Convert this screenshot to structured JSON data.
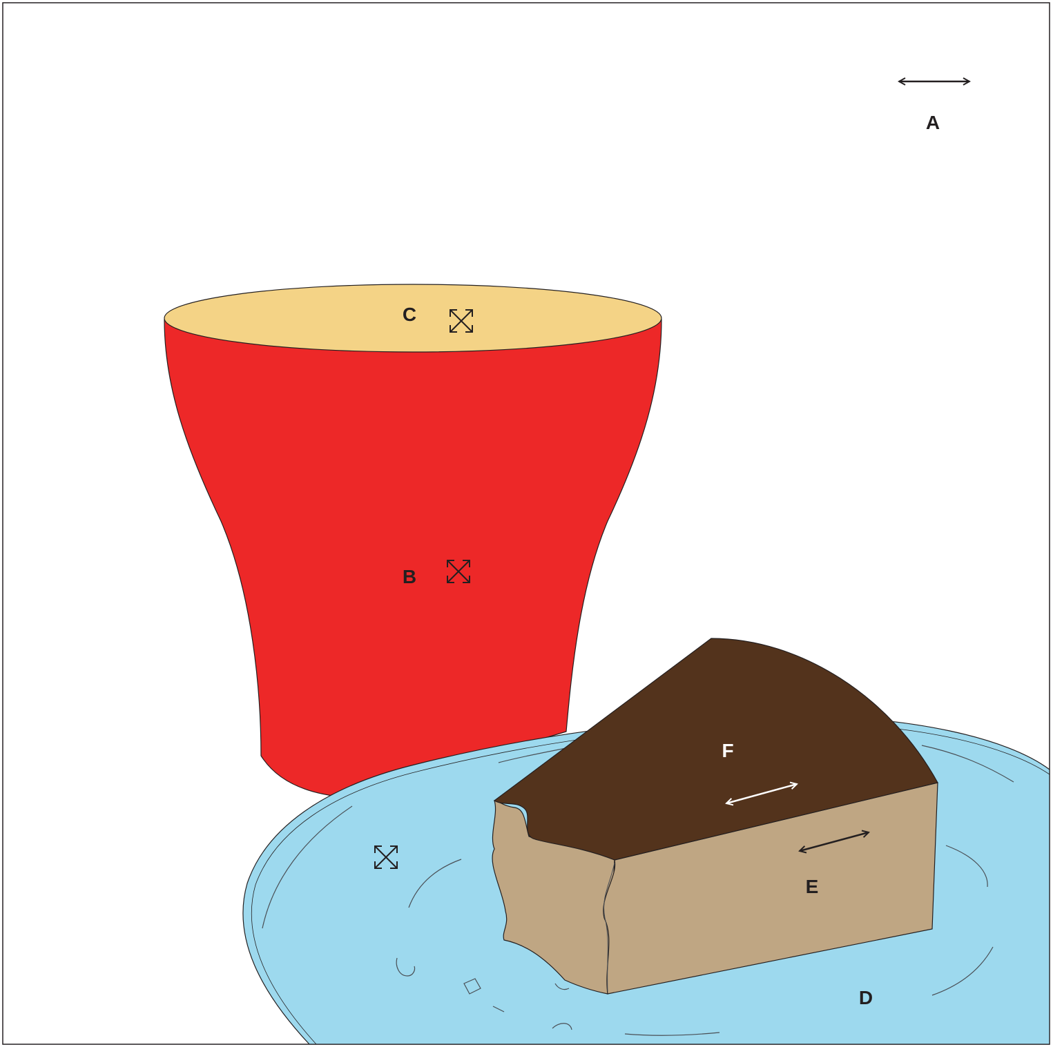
{
  "labels": {
    "a": "A",
    "b": "B",
    "c": "C",
    "d": "D",
    "e": "E",
    "f": "F"
  },
  "colors": {
    "cup_body": "#ED2828",
    "cup_opening": "#F4D386",
    "plate": "#9DD9EE",
    "cake_side": "#BFA683",
    "cake_top": "#53331C",
    "ink": "#231F20",
    "white_arrow": "#FFFFFF"
  },
  "icons": {
    "a": "double-arrow-horizontal-icon",
    "b": "expand-arrows-icon",
    "c": "expand-arrows-icon",
    "d": "expand-arrows-icon",
    "e": "double-arrow-diagonal-icon",
    "f": "double-arrow-diagonal-white-icon"
  }
}
